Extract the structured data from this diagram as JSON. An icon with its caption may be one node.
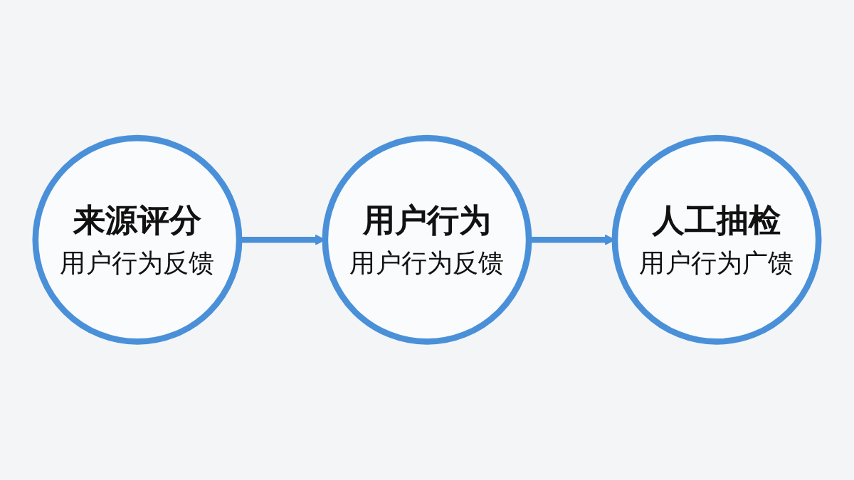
{
  "diagram": {
    "nodes": [
      {
        "text": [
          "来源评分",
          "用户行为反馈"
        ]
      },
      {
        "text": [
          "用户行为",
          "用户行为反馈"
        ]
      },
      {
        "text": [
          "人工抽检",
          "用户行为广馈"
        ]
      }
    ],
    "edges": [
      {
        "from": 0,
        "to": 1,
        "arrow": "to"
      },
      {
        "from": 1,
        "to": 2,
        "arrow": "to"
      }
    ]
  }
}
